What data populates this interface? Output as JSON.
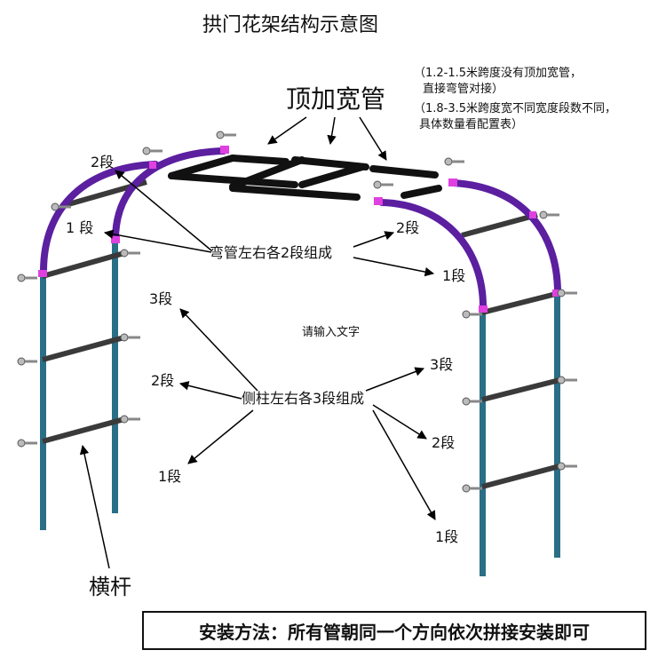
{
  "title": "拱门花架结构示意图",
  "top_tube_label": "顶加宽管",
  "note_lines": [
    "（1.2-1.5米跨度没有顶加宽管，",
    "直接弯管对接）",
    "（1.8-3.5米跨度宽不同宽度段数不同，",
    "具体数量看配置表）"
  ],
  "arc_group_label": "弯管左右各2段组成",
  "column_group_label": "侧柱左右各3段组成",
  "placeholder_text": "请输入文字",
  "crossbar_label": "横杆",
  "footer_text": "安装方法：所有管朝同一个方向依次拼接安装即可",
  "segment_labels": {
    "left_arc_2": "2段",
    "left_arc_1": "1 段",
    "right_arc_2": "2段",
    "right_arc_1": "1段",
    "left_col_3": "3段",
    "left_col_2": "2段",
    "left_col_1": "1段",
    "right_col_3": "3段",
    "right_col_2": "2段",
    "right_col_1": "1段"
  },
  "colors": {
    "column": "#2a6f86",
    "arc": "#5b1fa0",
    "crossbar": "#3a3a3a",
    "top_tube": "#111111",
    "joint": "#e040e0"
  }
}
